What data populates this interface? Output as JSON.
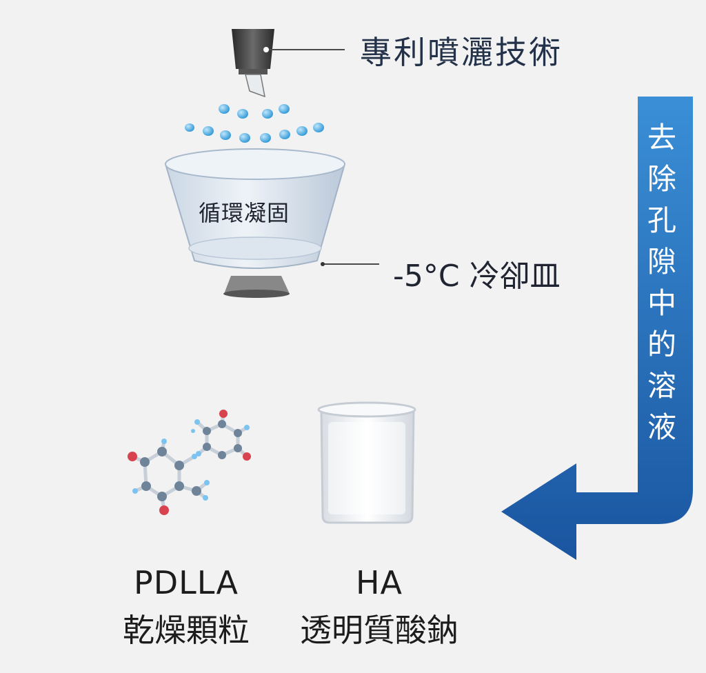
{
  "title": "專利噴灑技術",
  "dish_label": "循環凝固",
  "temperature_label": "-5°C 冷卻皿",
  "arrow_label": "去除孔隙中的溶液",
  "arrow_chars": [
    "去",
    "除",
    "孔",
    "隙",
    "中",
    "的",
    "溶",
    "液"
  ],
  "products": [
    {
      "name": "PDLLA",
      "desc": "乾燥顆粒"
    },
    {
      "name": "HA",
      "desc": "透明質酸鈉"
    }
  ],
  "colors": {
    "arrow_blue": "#1f5fa8",
    "droplet": "#3aa7e0",
    "text_dark": "#1f2430"
  }
}
